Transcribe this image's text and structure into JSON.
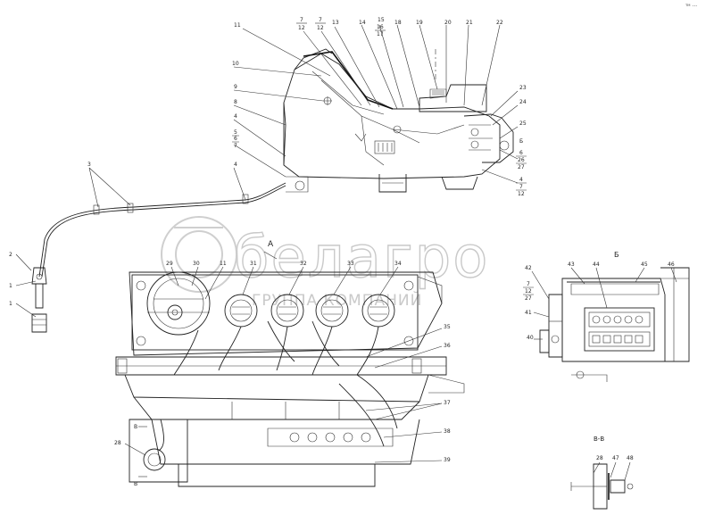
{
  "watermark": {
    "brand": "белагро",
    "subtitle": "ГРУППА КОМПАНИЙ"
  },
  "corner_mark": "ᵀᴹ ···",
  "section_labels": {
    "view_a": "А",
    "view_b": "Б",
    "view_b_left": "Б",
    "section_v": "В-В",
    "mark_v_top": "В",
    "mark_v_bottom": "В"
  },
  "callouts": {
    "top": [
      "11",
      "10",
      "9",
      "8",
      "4",
      "5",
      "6",
      "7",
      "4",
      "3",
      "2",
      "1",
      "7",
      "12",
      "7",
      "12",
      "13",
      "14",
      "15",
      "16",
      "17",
      "18",
      "19",
      "20",
      "21",
      "22",
      "23",
      "24",
      "25",
      "6",
      "26",
      "27",
      "4",
      "7",
      "12"
    ],
    "panel_a": [
      "29",
      "30",
      "31",
      "32",
      "33",
      "34",
      "35",
      "36",
      "37",
      "38",
      "39",
      "28"
    ],
    "view_b": [
      "42",
      "43",
      "44",
      "45",
      "46",
      "7",
      "12",
      "27",
      "41",
      "40"
    ],
    "section_v": [
      "28",
      "47",
      "48"
    ]
  },
  "fraction_labels": {
    "f1": {
      "num": "7",
      "den": "12"
    },
    "f2": {
      "num": "7",
      "den": "12"
    },
    "f3": {
      "num": "16",
      "den": "17"
    },
    "f4": {
      "num": "5",
      "mid": "6",
      "den": "7"
    },
    "f5": {
      "num": "6",
      "mid": "26",
      "den": "27"
    },
    "f6": {
      "num": "4",
      "mid": "7",
      "den": "12"
    },
    "f7": {
      "num": "7",
      "mid": "12",
      "den": "27"
    }
  }
}
